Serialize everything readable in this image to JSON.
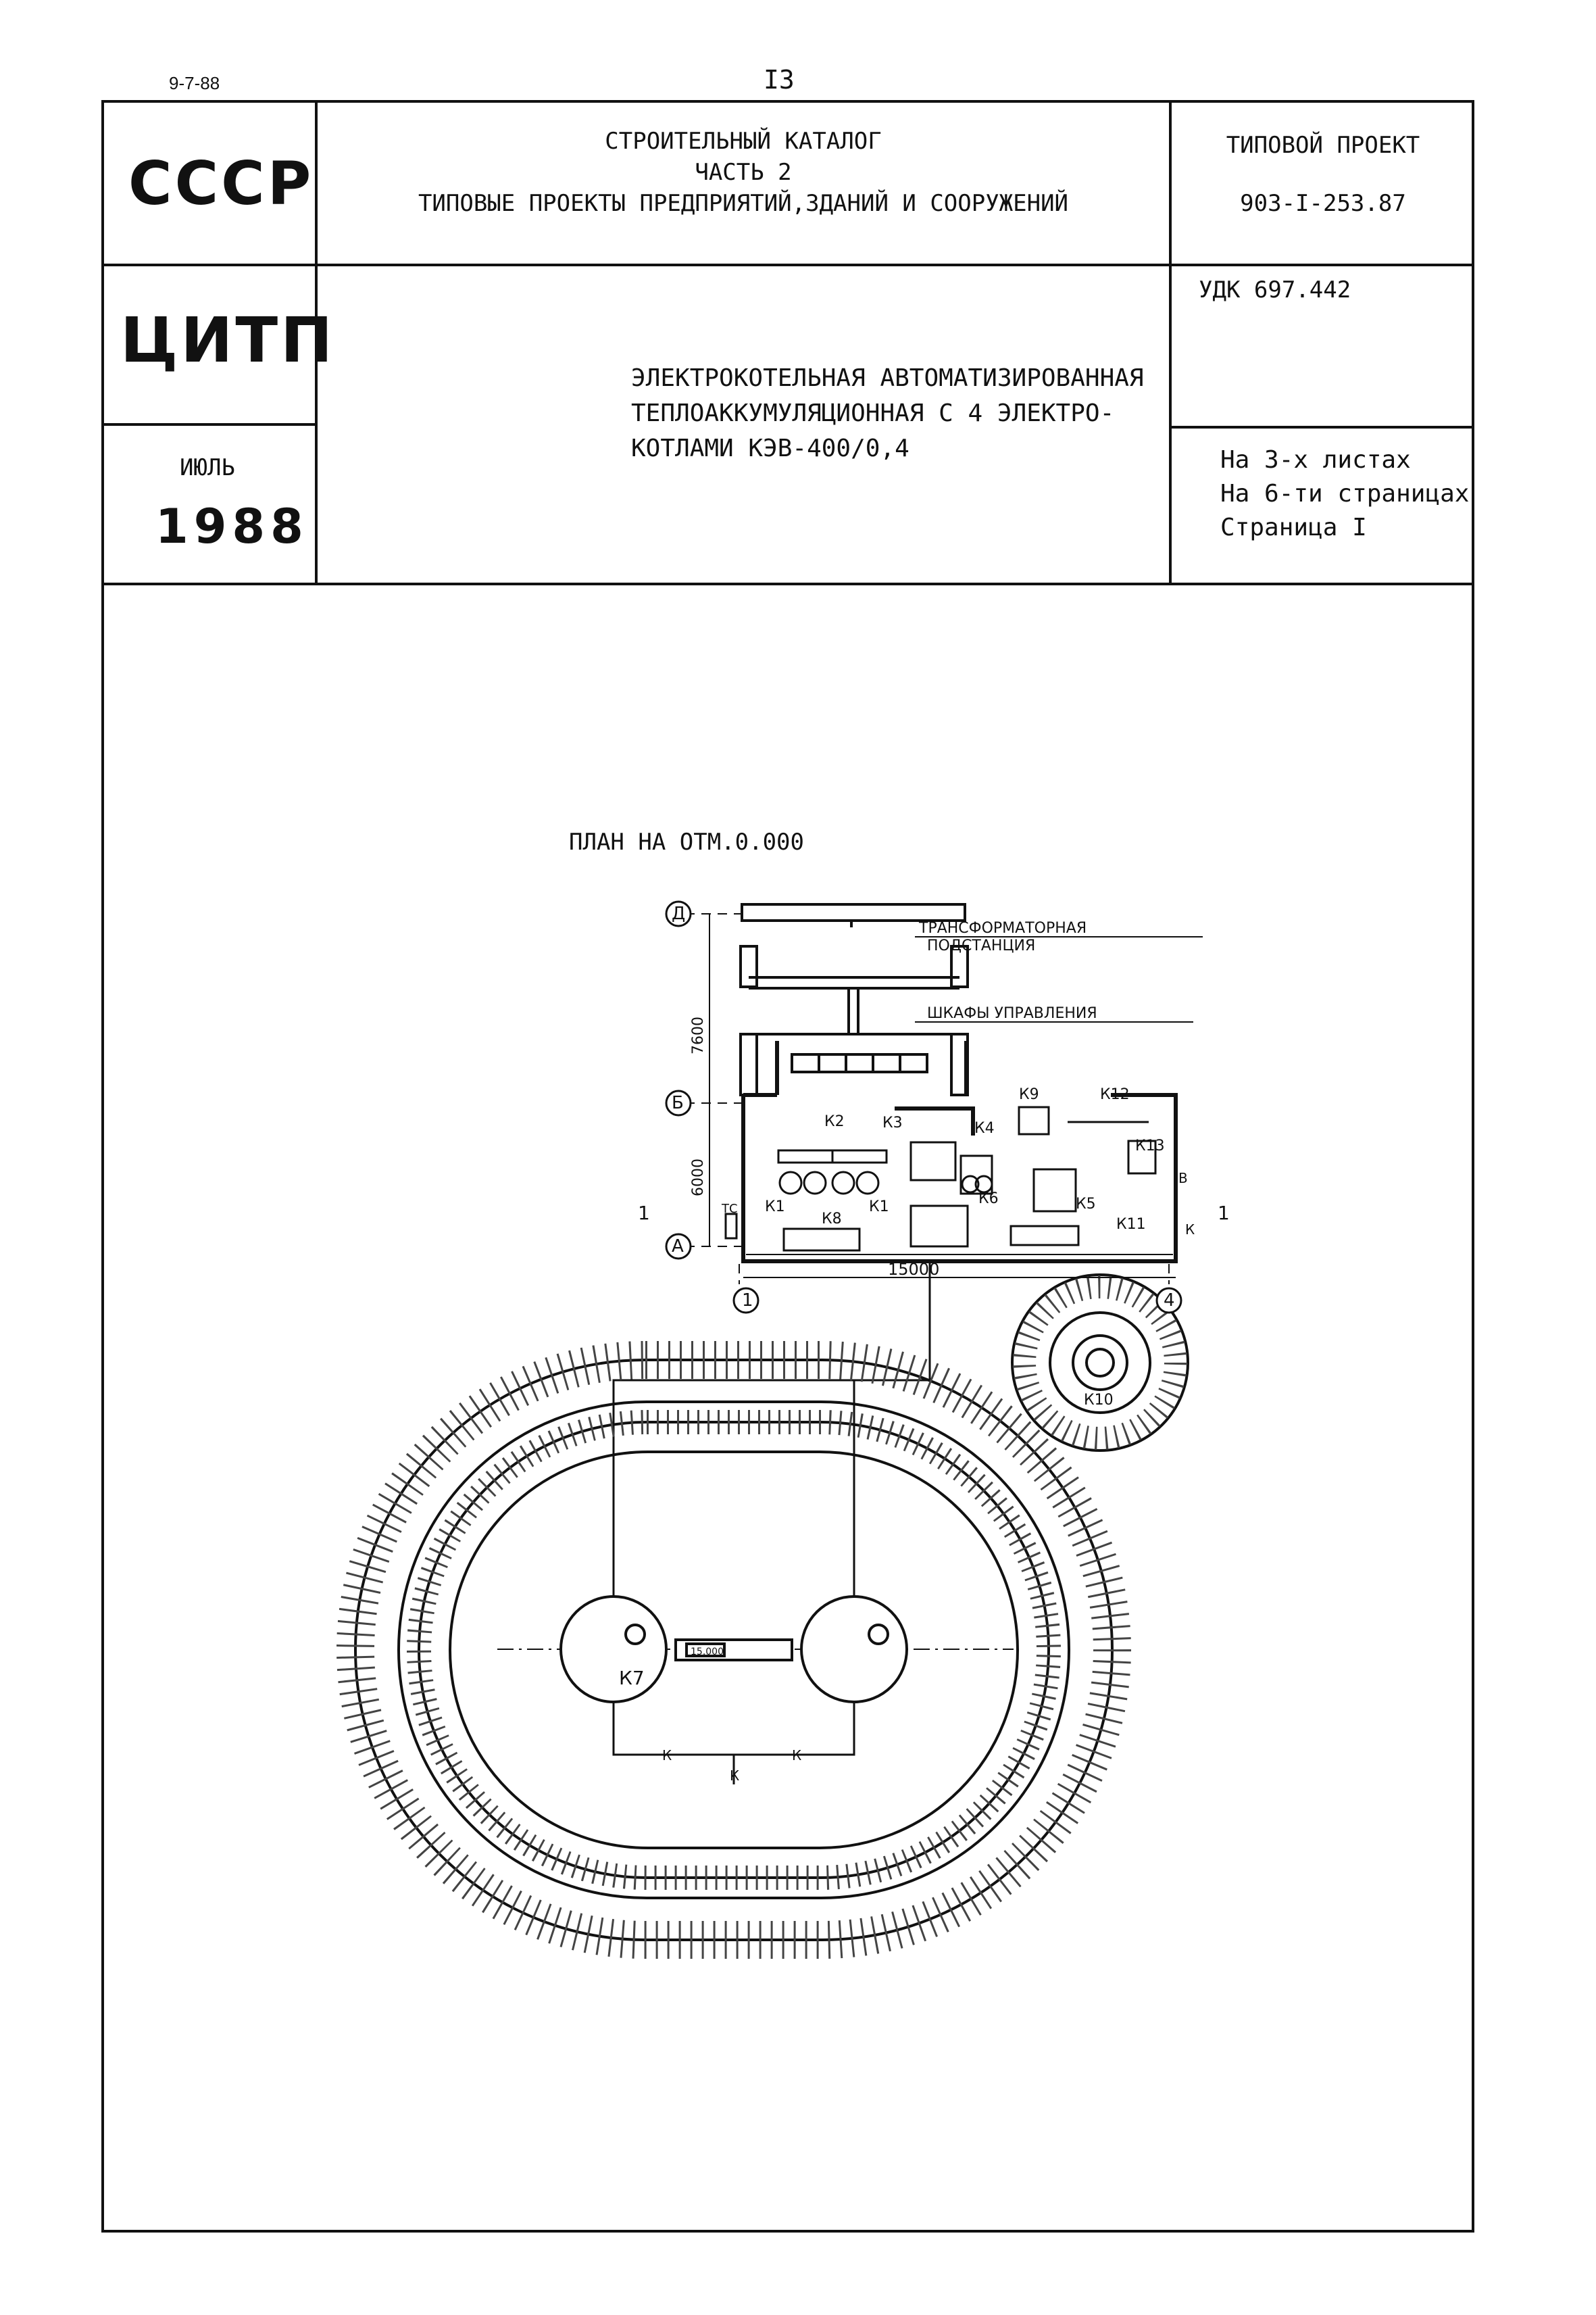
{
  "top": {
    "date": "9-7-88",
    "page_number": "I3"
  },
  "stamp": {
    "country": "СССР",
    "org": "ЦИТП",
    "month": "ИЮЛЬ",
    "year": "1988"
  },
  "catalog": {
    "line1": "СТРОИТЕЛЬНЫЙ КАТАЛОГ",
    "line2": "ЧАСТЬ 2",
    "line3": "ТИПОВЫЕ ПРОЕКТЫ ПРЕДПРИЯТИЙ,ЗДАНИЙ И СООРУЖЕНИЙ"
  },
  "project": {
    "label": "ТИПОВОЙ ПРОЕКТ",
    "code": "903-I-253.87"
  },
  "udk": "УДК 697.442",
  "title": {
    "line1": "ЭЛЕКТРОКОТЕЛЬНАЯ АВТОМАТИЗИРОВАННАЯ",
    "line2": "ТЕПЛОАККУМУЛЯЦИОННАЯ С 4 ЭЛЕКТРО-",
    "line3": "КОТЛАМИ КЭВ-400/0,4"
  },
  "sheets": {
    "line1": "На 3-х листах",
    "line2": "На 6-ти страницах",
    "line3": "Страница I"
  },
  "plan": {
    "title": "ПЛАН НА ОТМ.0.000",
    "substation_label1": "ТРАНСФОРМАТОРНАЯ",
    "substation_label2": "ПОДСТАНЦИЯ",
    "cabinets_label": "ШКАФЫ УПРАВЛЕНИЯ",
    "axis_d": "Д",
    "axis_b": "Б",
    "axis_a": "А",
    "axis_1": "1",
    "axis_4": "4",
    "dim_7600": "7600",
    "dim_6000": "6000",
    "dim_15000": "15000",
    "tank_mark": "15.000",
    "section": "1",
    "tc": "ТС",
    "pipe_k": "К",
    "pipe_v": "В",
    "k1": "К1",
    "k2": "К2",
    "k3": "К3",
    "k4": "К4",
    "k5": "К5",
    "k6": "К6",
    "k7": "К7",
    "k8": "К8",
    "k9": "К9",
    "k10": "К10",
    "k11": "К11",
    "k12": "К12",
    "k13": "К13"
  }
}
